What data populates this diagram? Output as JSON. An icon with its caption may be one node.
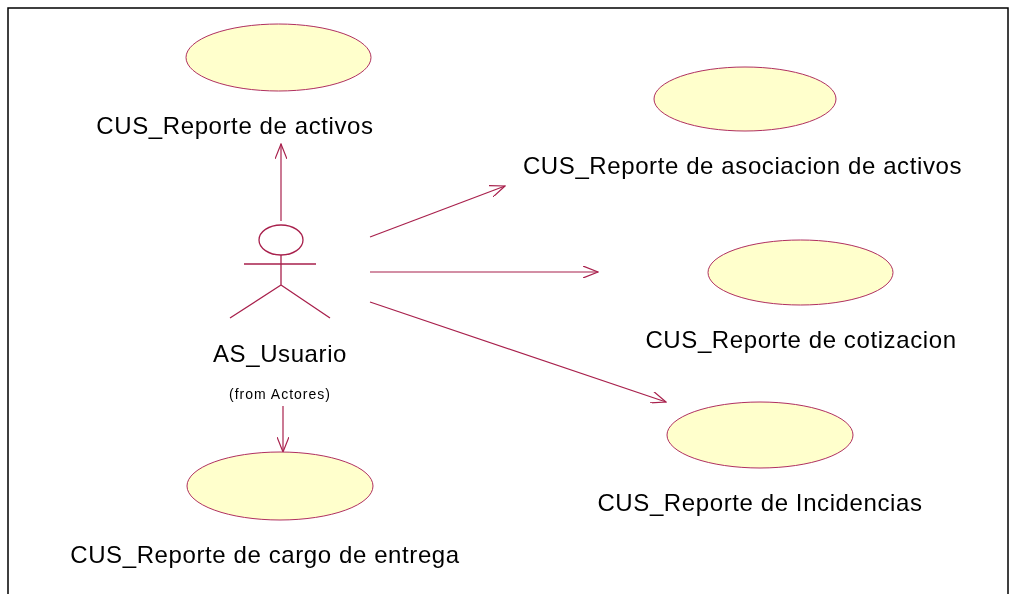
{
  "diagram": {
    "nodes": [
      {
        "text": [
          "AS_Usuario",
          "(from Actores)"
        ]
      },
      {
        "text": [
          "CUS_Reporte de activos"
        ]
      },
      {
        "text": [
          "CUS_Reporte de asociacion de activos"
        ]
      },
      {
        "text": [
          "CUS_Reporte de cotizacion"
        ]
      },
      {
        "text": [
          "CUS_Reporte de Incidencias"
        ]
      },
      {
        "text": [
          "CUS_Reporte de cargo de entrega"
        ]
      }
    ],
    "edges": [
      {
        "from": 0,
        "to": 1,
        "arrow": "to"
      },
      {
        "from": 0,
        "to": 2,
        "arrow": "to"
      },
      {
        "from": 0,
        "to": 3,
        "arrow": "to"
      },
      {
        "from": 0,
        "to": 4,
        "arrow": "to"
      },
      {
        "from": 0,
        "to": 5,
        "arrow": "to"
      }
    ]
  }
}
